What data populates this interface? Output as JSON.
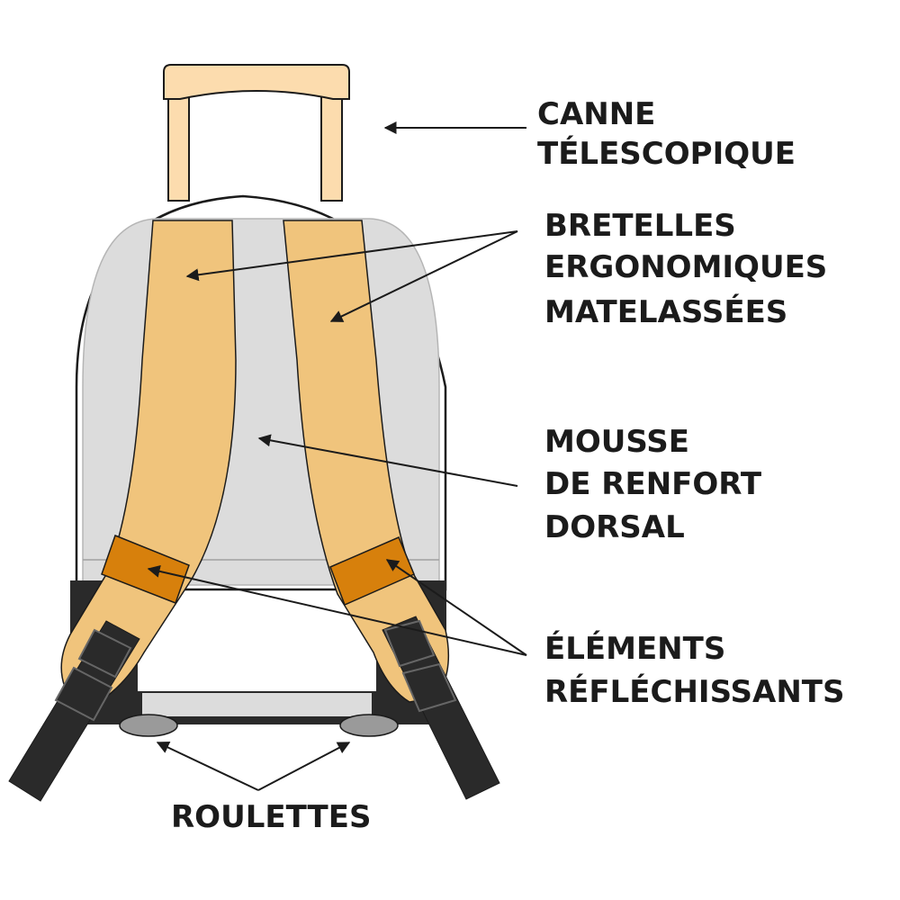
{
  "labels": {
    "handle": [
      "CANNE",
      "TÉLESCOPIQUE"
    ],
    "straps": [
      "BRETELLES",
      "ERGONOMIQUES",
      "MATELASSÉES"
    ],
    "foam": [
      "MOUSSE",
      "DE RENFORT",
      "DORSAL"
    ],
    "reflective": [
      "ÉLÉMENTS",
      "RÉFLÉCHISSANTS"
    ],
    "wheels": "ROULETTES"
  },
  "icons": [
    "arrow-icon",
    "buckle-icon",
    "wheel-icon"
  ],
  "colors": {
    "handle": "#fcdcae",
    "strap": "#f0c47c",
    "reflective": "#d7800c",
    "panel": "#dcdcdc",
    "base": "#2a2a2a",
    "wheel": "#9a9a9a",
    "outline": "#1b1b1b",
    "text": "#1b1b1b"
  }
}
